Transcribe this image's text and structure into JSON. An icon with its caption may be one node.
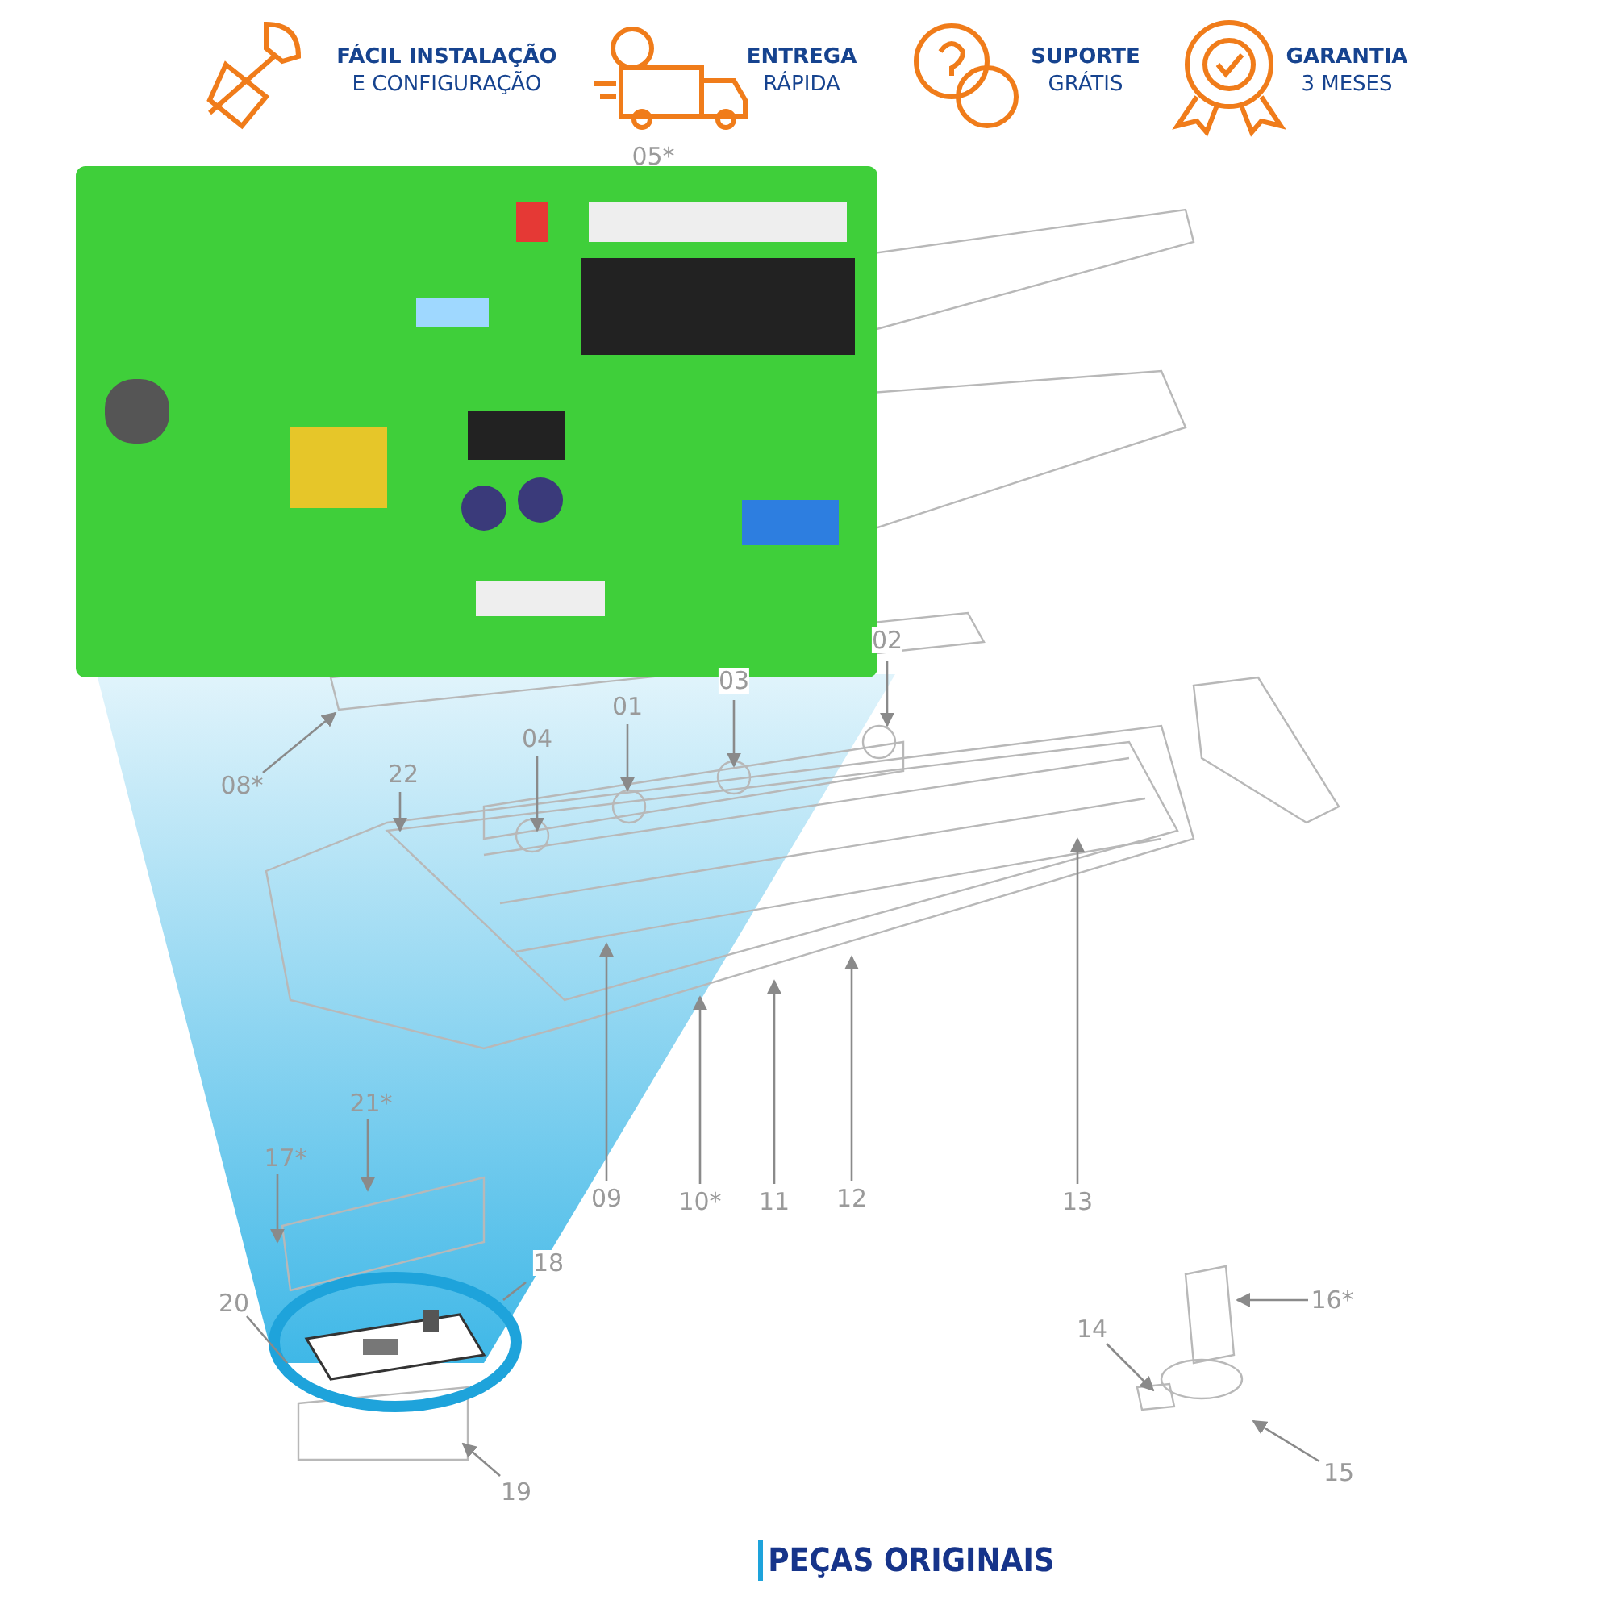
{
  "diagram": {
    "nodes": [
      {
        "text": [
          "08*"
        ]
      },
      {
        "text": [
          "22"
        ]
      },
      {
        "text": [
          "04"
        ]
      },
      {
        "text": [
          "01"
        ]
      },
      {
        "text": [
          "03"
        ]
      },
      {
        "text": [
          "02"
        ]
      },
      {
        "text": [
          "09"
        ]
      },
      {
        "text": [
          "10*"
        ]
      },
      {
        "text": [
          "11"
        ]
      },
      {
        "text": [
          "12"
        ]
      },
      {
        "text": [
          "13"
        ]
      },
      {
        "text": [
          "21*"
        ]
      },
      {
        "text": [
          "17*"
        ]
      },
      {
        "text": [
          "18"
        ]
      },
      {
        "text": [
          "20"
        ]
      },
      {
        "text": [
          "19"
        ]
      },
      {
        "text": [
          "14"
        ]
      },
      {
        "text": [
          "16*"
        ]
      },
      {
        "text": [
          "15"
        ]
      }
    ],
    "edges": [
      {
        "from": 0,
        "to": null,
        "arrow": "to"
      },
      {
        "from": 1,
        "to": null,
        "arrow": "to"
      },
      {
        "from": 2,
        "to": null,
        "arrow": "to"
      },
      {
        "from": 3,
        "to": null,
        "arrow": "to"
      },
      {
        "from": 4,
        "to": null,
        "arrow": "to"
      },
      {
        "from": 5,
        "to": null,
        "arrow": "to"
      },
      {
        "from": 6,
        "to": null,
        "arrow": "to"
      },
      {
        "from": 7,
        "to": null,
        "arrow": "to"
      },
      {
        "from": 8,
        "to": null,
        "arrow": "to"
      },
      {
        "from": 9,
        "to": null,
        "arrow": "to"
      },
      {
        "from": 10,
        "to": null,
        "arrow": "to"
      },
      {
        "from": 11,
        "to": null,
        "arrow": "to"
      },
      {
        "from": 12,
        "to": null,
        "arrow": "to"
      },
      {
        "from": 13,
        "to": null,
        "arrow": "none"
      },
      {
        "from": 14,
        "to": null,
        "arrow": "none"
      },
      {
        "from": 15,
        "to": null,
        "arrow": "to"
      },
      {
        "from": 16,
        "to": null,
        "arrow": "to"
      },
      {
        "from": 17,
        "to": null,
        "arrow": "to"
      },
      {
        "from": 18,
        "to": null,
        "arrow": "to"
      }
    ],
    "labels": [
      "FÁCIL INSTALAÇÃO",
      "E CONFIGURAÇÃO",
      "ENTREGA",
      "RÁPIDA",
      "SUPORTE",
      "GRÁTIS",
      "GARANTIA",
      "3 MESES",
      "05*",
      "PEÇAS ORIGINAIS"
    ]
  }
}
